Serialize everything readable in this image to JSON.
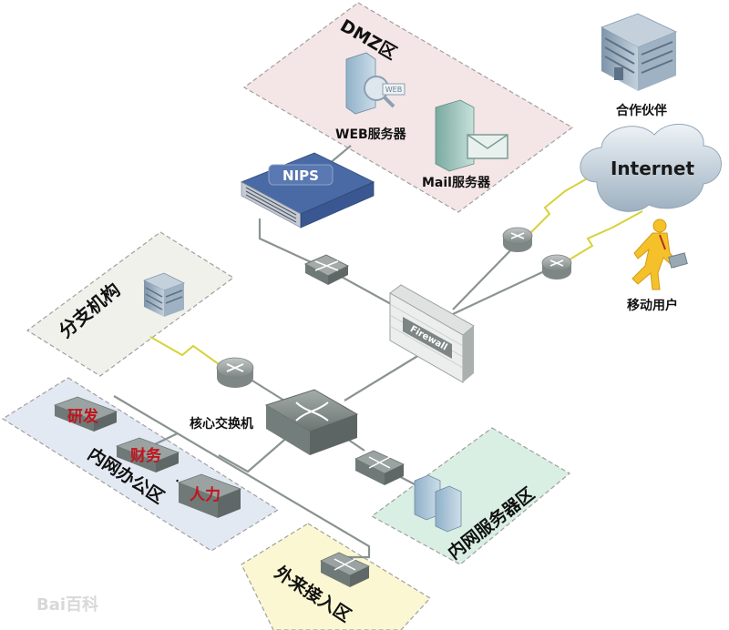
{
  "diagram": {
    "title": "网络安全拓扑",
    "zones": {
      "dmz": {
        "label": "DMZ区",
        "color": "#f4e6e6"
      },
      "branch": {
        "label": "分支机构",
        "color": "#f1f1ec"
      },
      "office": {
        "label": "内网办公区",
        "color": "#e3e9f3"
      },
      "server": {
        "label": "内网服务器区",
        "color": "#d9efe3"
      },
      "guest": {
        "label": "外来接入区",
        "color": "#fbf7d2"
      }
    },
    "nodes": {
      "web_server": {
        "label": "WEB服务器",
        "badge": "WEB"
      },
      "mail_server": {
        "label": "Mail服务器"
      },
      "nips": {
        "label": "NIPS",
        "color": "#4a6aa5"
      },
      "partner": {
        "label": "合作伙伴"
      },
      "internet": {
        "label": "Internet"
      },
      "mobile_user": {
        "label": "移动用户",
        "color": "#f5c12b"
      },
      "firewall": {
        "label": "Firewall"
      },
      "core_switch": {
        "label": "核心交换机"
      },
      "dept_rd": {
        "label": "研发"
      },
      "dept_finance": {
        "label": "财务"
      },
      "dept_hr": {
        "label": "人力"
      },
      "dept_ellipsis": {
        "label": "..."
      }
    },
    "links": [
      {
        "from": "nips",
        "to": "dmz_switch",
        "type": "wired"
      },
      {
        "from": "dmz_switch",
        "to": "firewall",
        "type": "wired"
      },
      {
        "from": "firewall",
        "to": "router_internet_1",
        "type": "wired"
      },
      {
        "from": "firewall",
        "to": "router_internet_2",
        "type": "wired"
      },
      {
        "from": "router_internet_1",
        "to": "internet",
        "type": "wan"
      },
      {
        "from": "router_internet_2",
        "to": "internet",
        "type": "wan"
      },
      {
        "from": "firewall",
        "to": "core_switch",
        "type": "wired"
      },
      {
        "from": "branch",
        "to": "branch_router",
        "type": "wan"
      },
      {
        "from": "branch_router",
        "to": "core_switch",
        "type": "wired"
      },
      {
        "from": "core_switch",
        "to": "server_switch",
        "type": "wired"
      },
      {
        "from": "core_switch",
        "to": "office",
        "type": "wired"
      },
      {
        "from": "core_switch",
        "to": "guest_switch",
        "type": "wired"
      }
    ],
    "colors": {
      "wan_link": "#d6d23a",
      "wire": "#7f8a86",
      "line_text": "#111111",
      "dept_text": "#c0141c"
    },
    "watermark": "Bai百科"
  }
}
